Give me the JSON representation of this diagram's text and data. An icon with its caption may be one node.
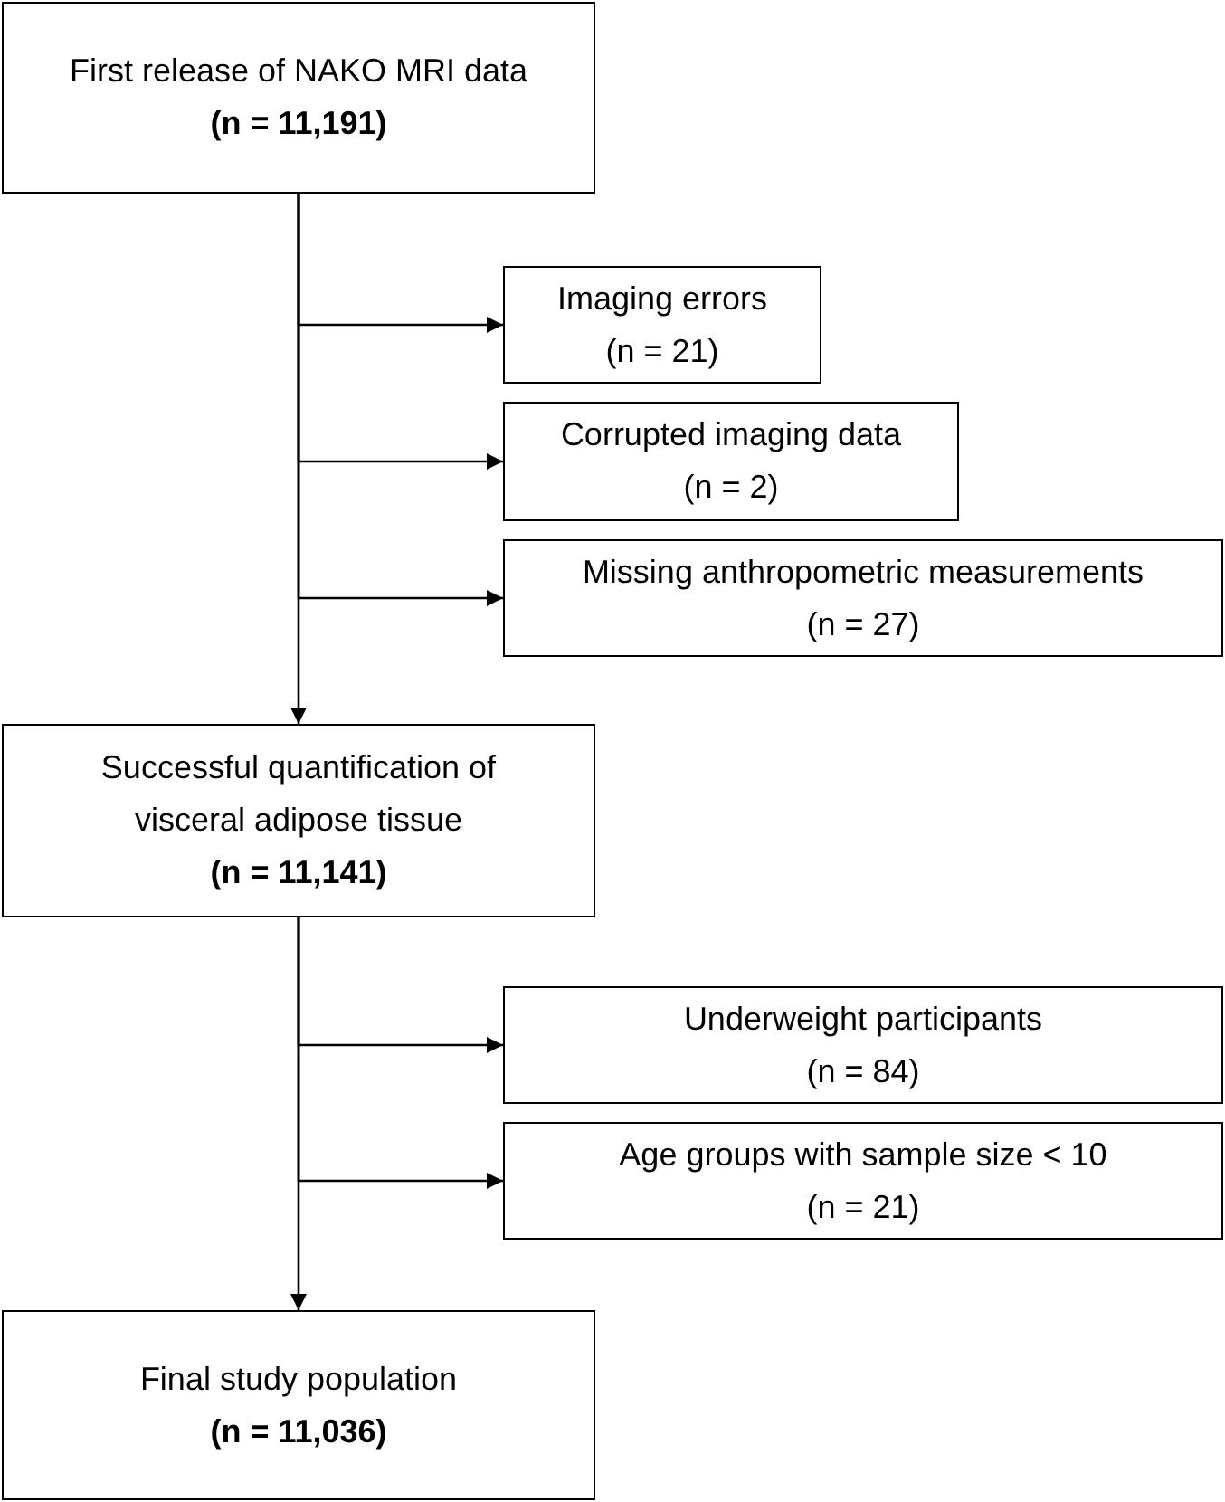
{
  "diagram": {
    "nodes": [
      {
        "text": [
          "First release of NAKO MRI data",
          "(n = 11,191)"
        ]
      },
      {
        "text": [
          "Imaging errors",
          "(n = 21)"
        ]
      },
      {
        "text": [
          "Corrupted imaging data",
          "(n = 2)"
        ]
      },
      {
        "text": [
          "Missing anthropometric measurements",
          "(n = 27)"
        ]
      },
      {
        "text": [
          "Successful quantification of visceral adipose tissue",
          "(n = 11,141)"
        ]
      },
      {
        "text": [
          "Underweight participants",
          "(n = 84)"
        ]
      },
      {
        "text": [
          "Age groups with sample size < 10",
          "(n = 21)"
        ]
      },
      {
        "text": [
          "Final study population",
          "(n = 11,036)"
        ]
      }
    ],
    "edges": [
      {
        "from": 0,
        "to": 1,
        "arrow": "to"
      },
      {
        "from": 0,
        "to": 2,
        "arrow": "to"
      },
      {
        "from": 0,
        "to": 3,
        "arrow": "to"
      },
      {
        "from": 0,
        "to": 4,
        "arrow": "to"
      },
      {
        "from": 4,
        "to": 5,
        "arrow": "to"
      },
      {
        "from": 4,
        "to": 6,
        "arrow": "to"
      },
      {
        "from": 4,
        "to": 7,
        "arrow": "to"
      }
    ]
  }
}
